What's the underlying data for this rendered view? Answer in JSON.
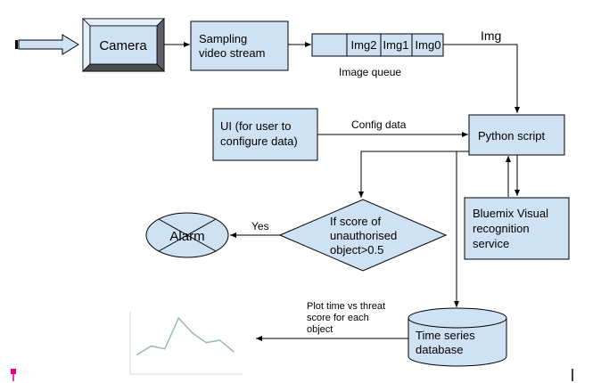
{
  "nodes": {
    "camera": "Camera",
    "sampling": [
      "Sampling",
      "video stream"
    ],
    "queue_cells": [
      "Img2",
      "Img1",
      "Img0"
    ],
    "queue_label": "Image queue",
    "img_label": "Img",
    "ui": [
      "UI (for user to",
      "configure data)"
    ],
    "config_label": "Config data",
    "python": "Python script",
    "bluemix": [
      "Bluemix Visual",
      "recognition",
      "service"
    ],
    "decision": [
      "If score of",
      "unauthorised",
      "object>0.5"
    ],
    "yes_label": "Yes",
    "alarm": "Alarm",
    "database": [
      "Time series",
      "database"
    ],
    "plot_label": [
      "Plot time vs threat",
      "score for each",
      "object"
    ]
  },
  "thumbnail_chart": {
    "type": "line",
    "values": [
      0.28,
      0.43,
      0.38,
      0.92,
      0.66,
      0.49,
      0.53,
      0.33
    ],
    "color": "#9bbbb0"
  },
  "colors": {
    "box_fill": "#cfe2f3",
    "stroke": "#000000",
    "alarm_fill": "#cfe2f3",
    "marker": "#e6007e"
  }
}
